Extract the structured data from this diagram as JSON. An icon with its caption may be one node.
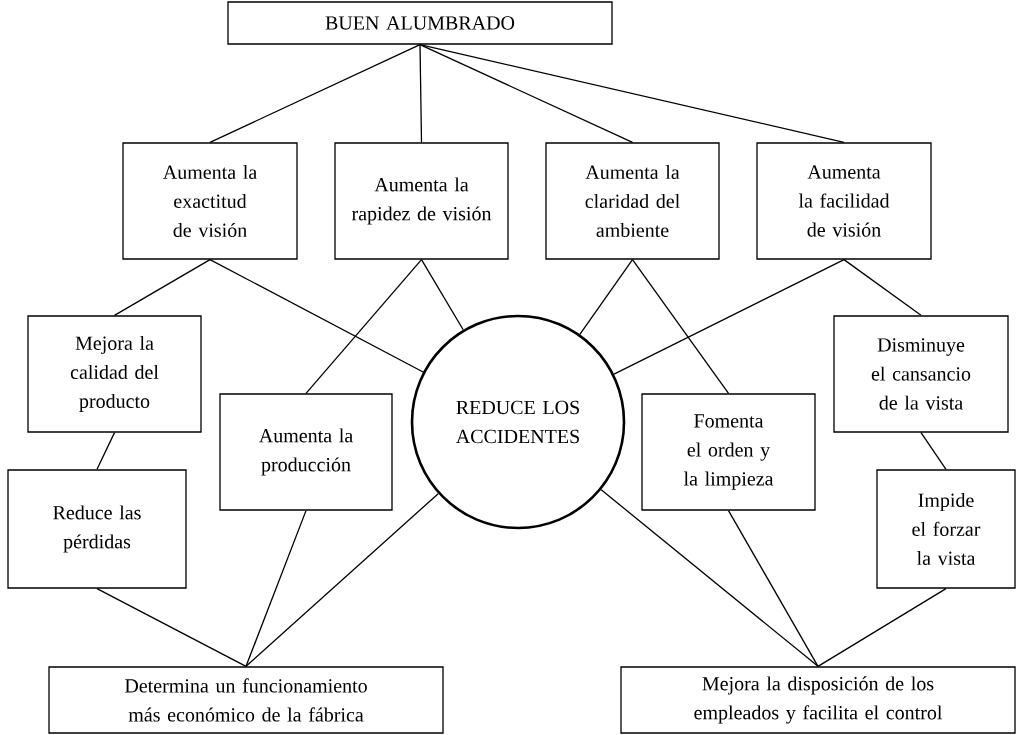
{
  "diagram": {
    "nodes": [
      {
        "text": [
          "BUEN ALUMBRADO"
        ]
      },
      {
        "text": [
          "Aumenta la exactitud de visión"
        ]
      },
      {
        "text": [
          "Aumenta la rapidez de visión"
        ]
      },
      {
        "text": [
          "Aumenta la claridad del ambiente"
        ]
      },
      {
        "text": [
          "Aumenta la facilidad de visión"
        ]
      },
      {
        "text": [
          "Mejora la calidad del producto"
        ]
      },
      {
        "text": [
          "Aumenta la producción"
        ]
      },
      {
        "text": [
          "REDUCE LOS ACCIDENTES"
        ]
      },
      {
        "text": [
          "Fomenta el orden y la limpieza"
        ]
      },
      {
        "text": [
          "Disminuye el cansancio de la vista"
        ]
      },
      {
        "text": [
          "Reduce las pérdidas"
        ]
      },
      {
        "text": [
          "Impide el forzar la vista"
        ]
      },
      {
        "text": [
          "Determina un funcionamiento más económico de la fábrica"
        ]
      },
      {
        "text": [
          "Mejora la disposición de los empleados y facilita el control"
        ]
      }
    ],
    "edges": [
      {
        "from": 0,
        "to": 1,
        "arrow": "none"
      },
      {
        "from": 0,
        "to": 2,
        "arrow": "none"
      },
      {
        "from": 0,
        "to": 3,
        "arrow": "none"
      },
      {
        "from": 0,
        "to": 4,
        "arrow": "none"
      },
      {
        "from": 1,
        "to": 5,
        "arrow": "none"
      },
      {
        "from": 1,
        "to": 7,
        "arrow": "none"
      },
      {
        "from": 2,
        "to": 6,
        "arrow": "none"
      },
      {
        "from": 2,
        "to": 7,
        "arrow": "none"
      },
      {
        "from": 3,
        "to": 7,
        "arrow": "none"
      },
      {
        "from": 3,
        "to": 8,
        "arrow": "none"
      },
      {
        "from": 4,
        "to": 7,
        "arrow": "none"
      },
      {
        "from": 4,
        "to": 9,
        "arrow": "none"
      },
      {
        "from": 5,
        "to": 10,
        "arrow": "none"
      },
      {
        "from": 9,
        "to": 11,
        "arrow": "none"
      },
      {
        "from": 10,
        "to": 12,
        "arrow": "none"
      },
      {
        "from": 6,
        "to": 12,
        "arrow": "none"
      },
      {
        "from": 7,
        "to": 12,
        "arrow": "none"
      },
      {
        "from": 7,
        "to": 13,
        "arrow": "none"
      },
      {
        "from": 8,
        "to": 13,
        "arrow": "none"
      },
      {
        "from": 11,
        "to": 13,
        "arrow": "none"
      }
    ]
  }
}
